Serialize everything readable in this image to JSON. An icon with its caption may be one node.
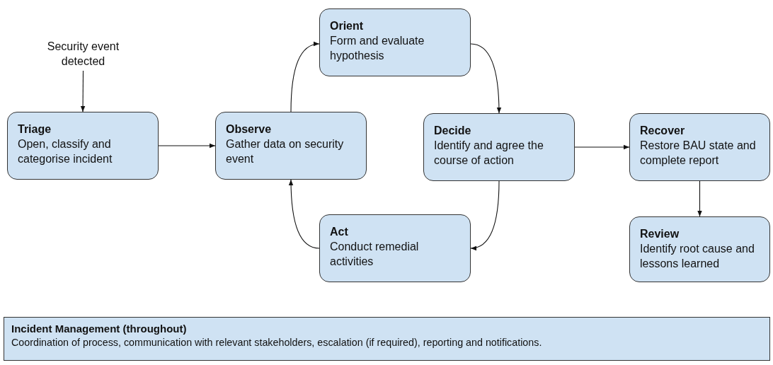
{
  "diagram": {
    "nodes": [
      {
        "text": [
          "Security event detected"
        ]
      },
      {
        "text": [
          "Triage",
          "Open, classify and categorise incident"
        ]
      },
      {
        "text": [
          "Observe",
          "Gather data on security event"
        ]
      },
      {
        "text": [
          "Orient",
          "Form and evaluate hypothesis"
        ]
      },
      {
        "text": [
          "Decide",
          "Identify and agree the course of action"
        ]
      },
      {
        "text": [
          "Act",
          "Conduct remedial activities"
        ]
      },
      {
        "text": [
          "Recover",
          "Restore BAU state and complete report"
        ]
      },
      {
        "text": [
          "Review",
          "Identify root cause and lessons learned"
        ]
      },
      {
        "text": [
          "Incident Management (throughout)",
          "Coordination of process, communication with relevant stakeholders, escalation (if required), reporting and notifications."
        ]
      }
    ],
    "edges": [
      {
        "from": 0,
        "to": 1,
        "arrow": "to"
      },
      {
        "from": 1,
        "to": 2,
        "arrow": "to"
      },
      {
        "from": 2,
        "to": 3,
        "arrow": "to"
      },
      {
        "from": 3,
        "to": 4,
        "arrow": "to"
      },
      {
        "from": 4,
        "to": 6,
        "arrow": "to"
      },
      {
        "from": 4,
        "to": 5,
        "arrow": "to"
      },
      {
        "from": 5,
        "to": 2,
        "arrow": "to"
      },
      {
        "from": 6,
        "to": 7,
        "arrow": "to"
      }
    ]
  }
}
